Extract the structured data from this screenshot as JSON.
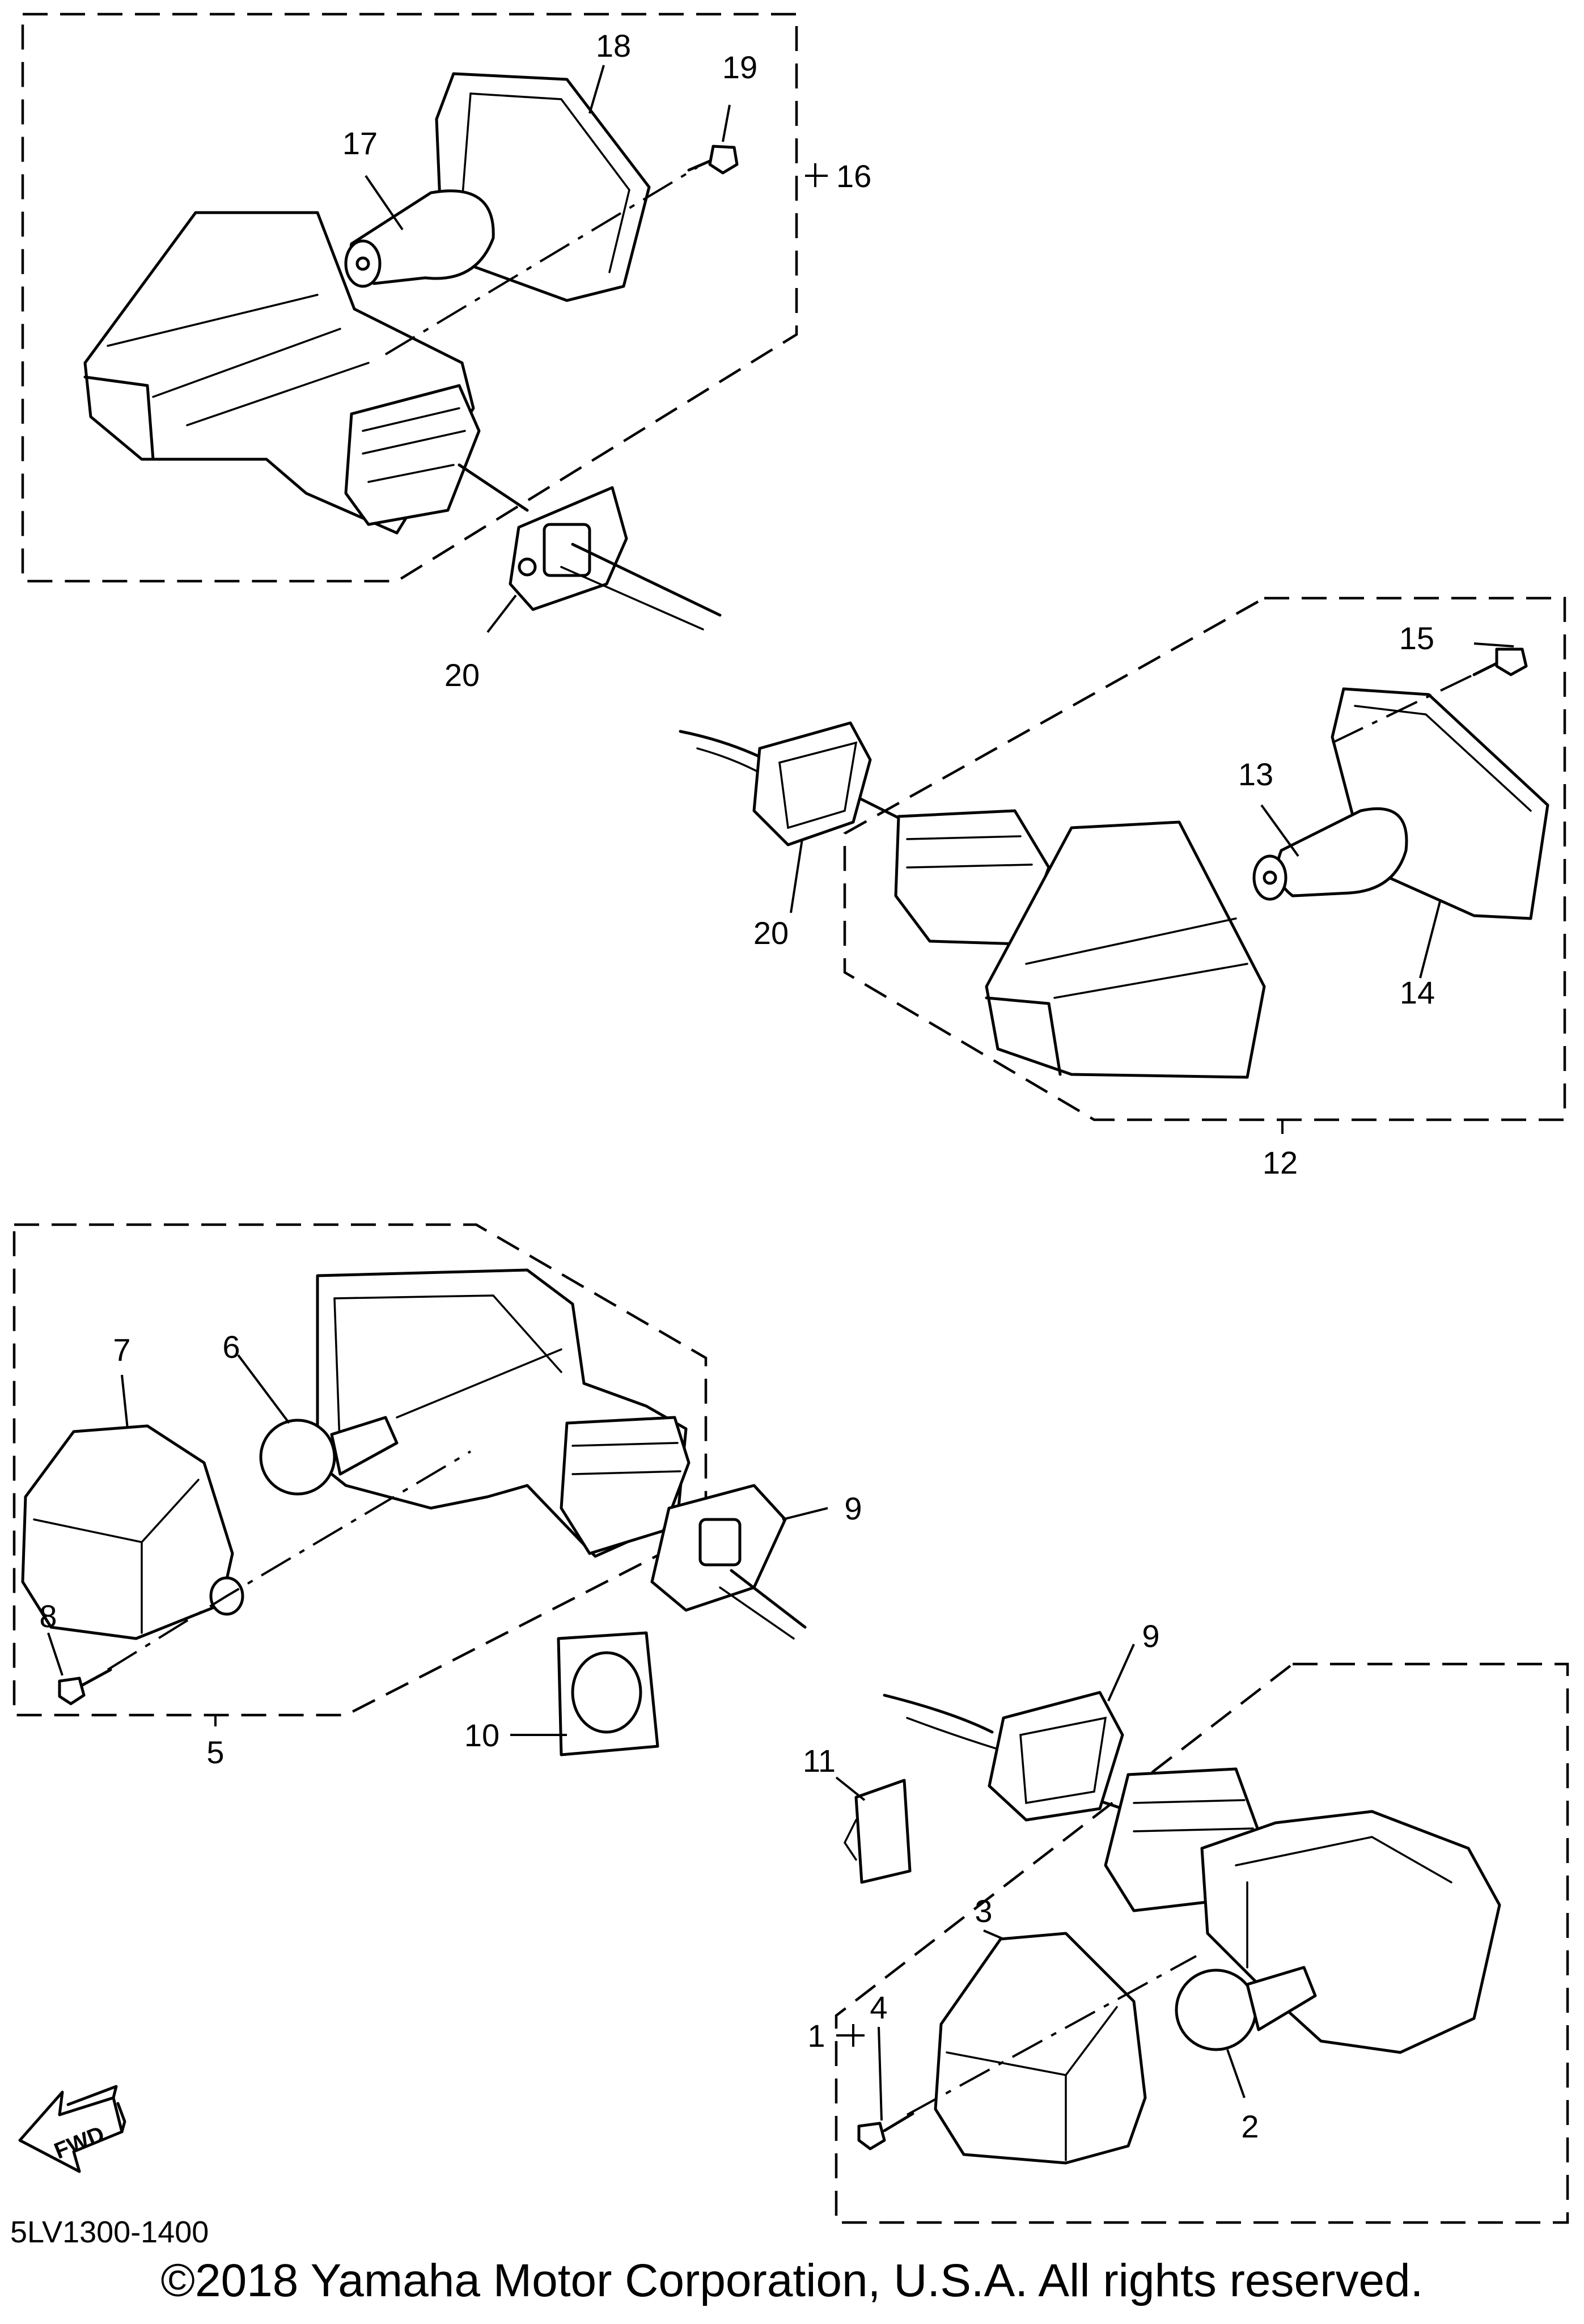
{
  "callouts": {
    "c1": "1",
    "c2": "2",
    "c3": "3",
    "c4": "4",
    "c5": "5",
    "c6": "6",
    "c7": "7",
    "c8": "8",
    "c9a": "9",
    "c9b": "9",
    "c10": "10",
    "c11": "11",
    "c12": "12",
    "c13": "13",
    "c14": "14",
    "c15": "15",
    "c16": "16",
    "c17": "17",
    "c18": "18",
    "c19": "19",
    "c20a": "20",
    "c20b": "20"
  },
  "fwd_label": "FWD",
  "diagram_code": "5LV1300-1400",
  "copyright": "©2018 Yamaha Motor Corporation, U.S.A. All rights reserved."
}
